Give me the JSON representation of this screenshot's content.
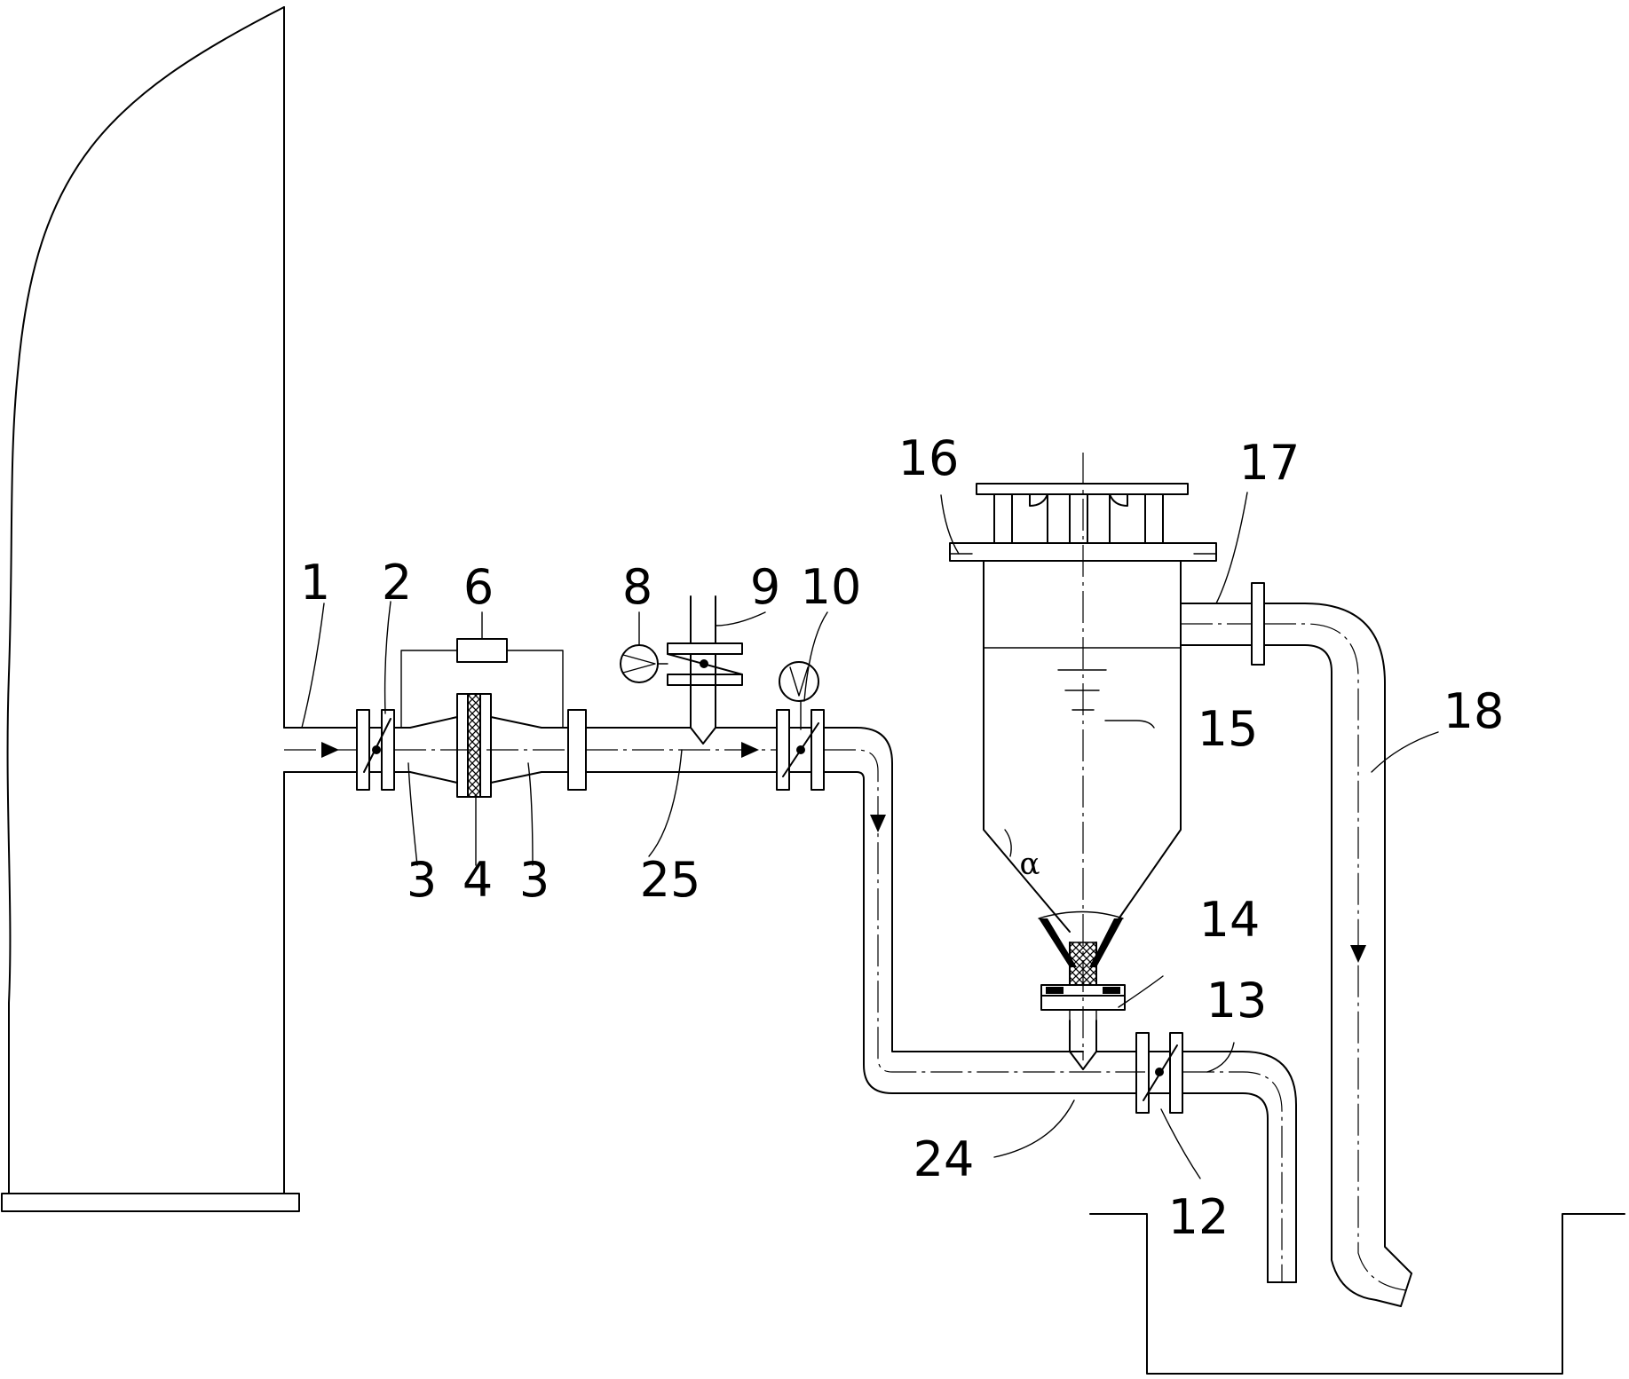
{
  "labels": {
    "l1": "1",
    "l2": "2",
    "l3a": "3",
    "l4": "4",
    "l3b": "3",
    "l6": "6",
    "l8": "8",
    "l9": "9",
    "l10": "10",
    "l12": "12",
    "l13": "13",
    "l14": "14",
    "l15": "15",
    "l16": "16",
    "l17": "17",
    "l18": "18",
    "l24": "24",
    "l25": "25",
    "alpha": "α"
  }
}
